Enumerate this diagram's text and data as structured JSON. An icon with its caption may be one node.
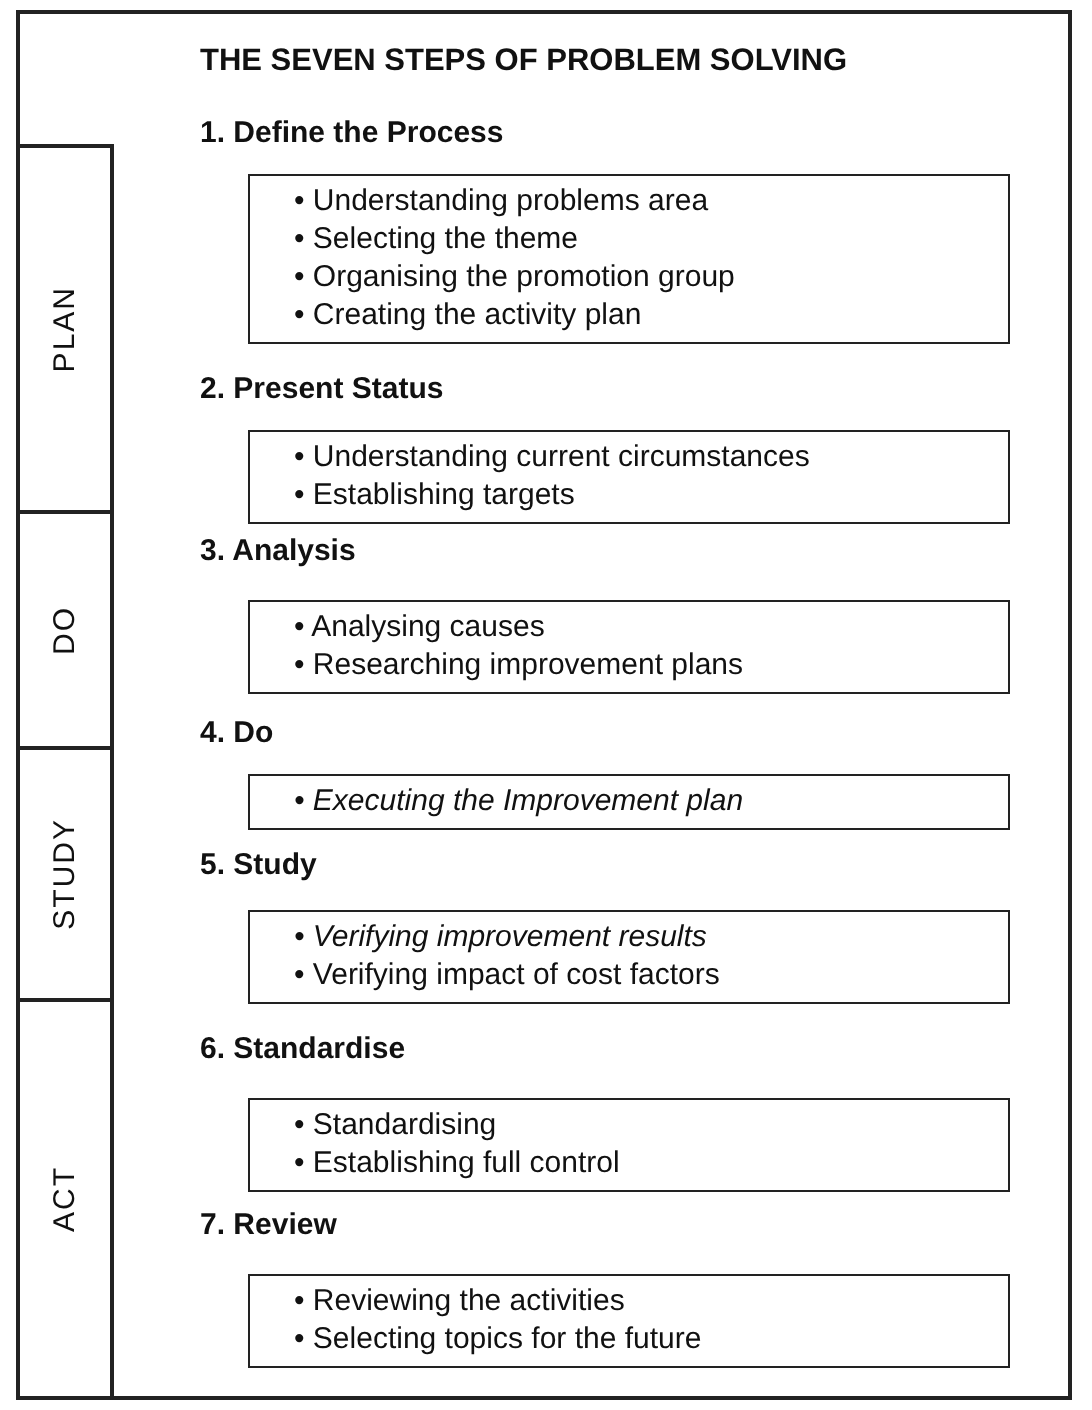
{
  "diagram": {
    "title": "THE SEVEN STEPS OF PROBLEM SOLVING",
    "nodes": [
      {
        "text": [
          "PLAN"
        ]
      },
      {
        "text": [
          "DO"
        ]
      },
      {
        "text": [
          "STUDY"
        ]
      },
      {
        "text": [
          "ACT"
        ]
      },
      {
        "text": [
          "1. Define the Process",
          "• Understanding problems area",
          "• Selecting the theme",
          "• Organising the promotion group",
          "• Creating the activity plan"
        ]
      },
      {
        "text": [
          "2. Present Status",
          "• Understanding current circumstances",
          "• Establishing targets"
        ]
      },
      {
        "text": [
          "3. Analysis",
          "• Analysing causes",
          "• Researching improvement plans"
        ]
      },
      {
        "text": [
          "4. Do",
          "• Executing the Improvement plan"
        ]
      },
      {
        "text": [
          "5. Study",
          "• Verifying improvement results",
          "• Verifying impact of cost factors"
        ]
      },
      {
        "text": [
          "6. Standardise",
          "• Standardising",
          "• Establishing full control"
        ]
      },
      {
        "text": [
          "7. Review",
          "• Reviewing the activities",
          "• Selecting topics for the future"
        ]
      }
    ],
    "edges": []
  }
}
